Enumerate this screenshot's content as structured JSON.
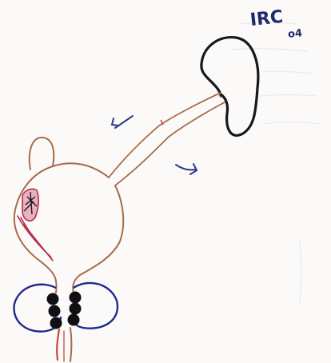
{
  "sheet": {
    "annotation_main": "IRC",
    "annotation_sub": "o4",
    "background": "#fbfaf8"
  },
  "colors": {
    "outline_ink": "#a86a4a",
    "kidney_ink": "#17171c",
    "arrow_ink": "#2b3a8a",
    "sphincter_ink": "#0f0f14",
    "ring_ink": "#1f2a8c",
    "lesion_ink": "#b5304a",
    "lesion_fill": "#e8b0c0",
    "stream_ink": "#c23a2a"
  },
  "icons": {
    "kidney": "kidney-outline",
    "ureter": "ureter-double-line",
    "bladder": "bladder-outline",
    "up_arrow": "upward-arrow",
    "down_arrow": "downward-arrow",
    "sphincter": "sphincter-beads",
    "rings": "pelvic-floor-loops",
    "lesion": "bladder-wall-lesion"
  }
}
